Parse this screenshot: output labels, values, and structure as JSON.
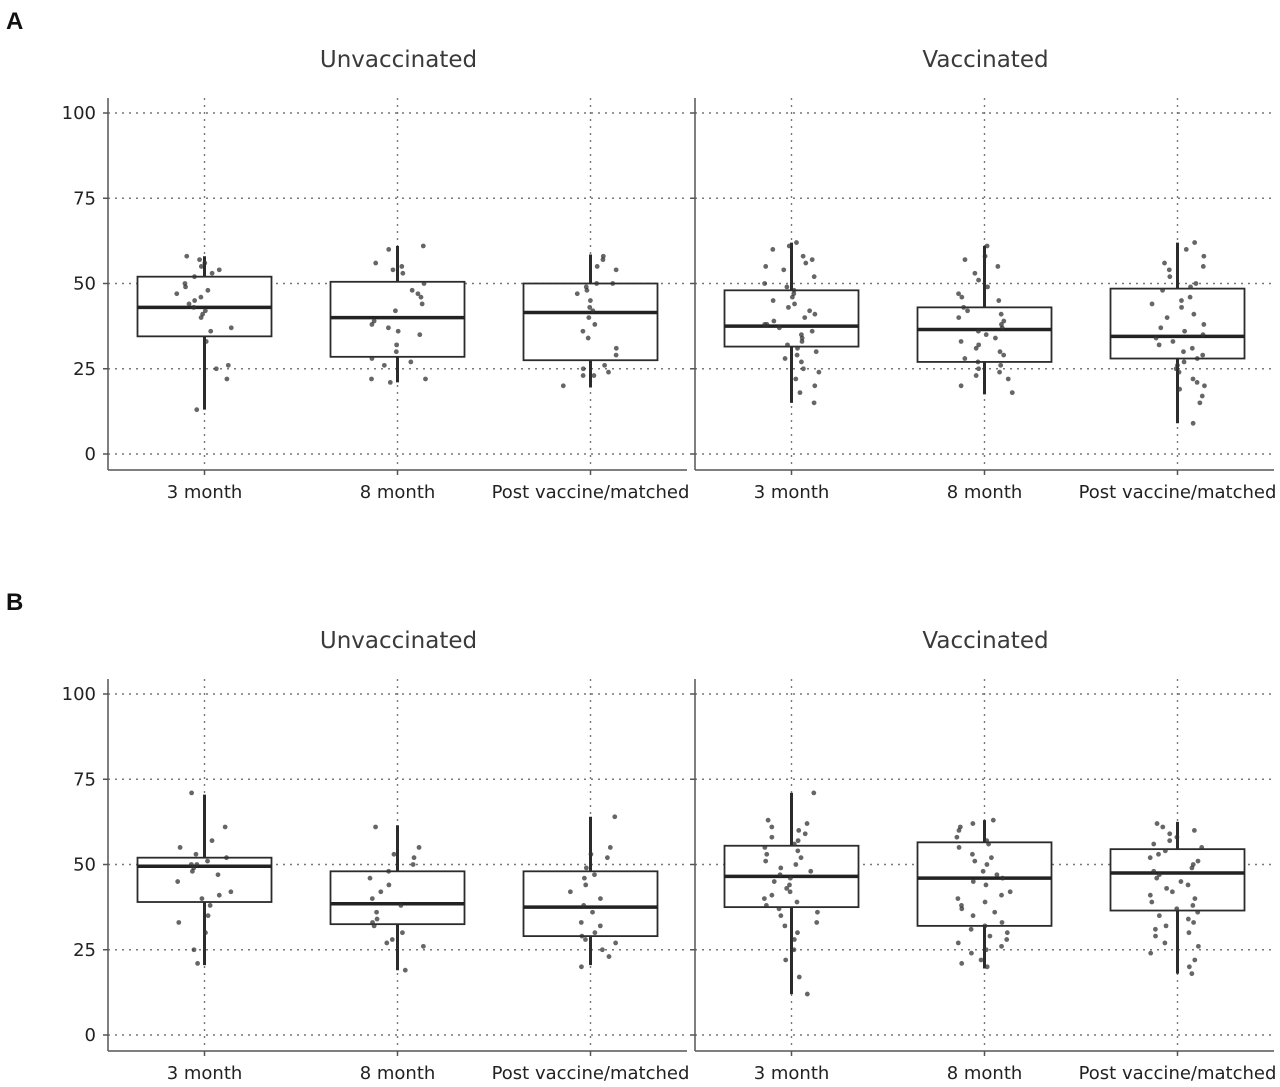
{
  "chart_data": [
    {
      "panel_label": "A",
      "type": "boxplot",
      "ylim": [
        0,
        100
      ],
      "yticks": [
        0,
        25,
        50,
        75,
        100
      ],
      "categories": [
        "3 month",
        "8 month",
        "Post vaccine/matched"
      ],
      "grid": true,
      "facets": [
        {
          "title": "Unvaccinated",
          "boxes": [
            {
              "category": "3 month",
              "min": 13,
              "q1": 34.5,
              "median": 43,
              "q3": 52,
              "max": 58,
              "points": [
                58,
                57,
                56,
                55,
                54,
                53,
                52,
                50,
                49,
                48,
                47,
                46,
                45,
                44,
                43,
                42,
                41,
                40,
                37,
                36,
                33,
                26,
                25,
                22,
                13
              ]
            },
            {
              "category": "8 month",
              "min": 21,
              "q1": 28.5,
              "median": 40,
              "q3": 50.5,
              "max": 61,
              "points": [
                61,
                60,
                56,
                55,
                54,
                53,
                50,
                48,
                47,
                46,
                44,
                42,
                39,
                38,
                37,
                36,
                35,
                32,
                30,
                28,
                27,
                26,
                22,
                22,
                21
              ]
            },
            {
              "category": "Post vaccine/matched",
              "min": 19.5,
              "q1": 27.5,
              "median": 41.5,
              "q3": 50,
              "max": 58.5,
              "points": [
                58,
                57,
                55,
                54,
                50,
                50,
                49,
                48,
                47,
                45,
                43,
                42,
                40,
                38,
                36,
                34,
                31,
                29,
                26,
                25,
                24,
                23,
                23,
                20
              ]
            }
          ]
        },
        {
          "title": "Vaccinated",
          "boxes": [
            {
              "category": "3 month",
              "min": 15,
              "q1": 31.5,
              "median": 37.5,
              "q3": 48,
              "max": 62,
              "points": [
                62,
                61,
                60,
                58,
                57,
                56,
                55,
                54,
                52,
                50,
                49,
                48,
                47,
                46,
                45,
                44,
                43,
                42,
                41,
                40,
                39,
                38,
                38,
                37,
                36,
                35,
                34,
                33,
                32,
                31,
                30,
                29,
                28,
                27,
                25,
                24,
                22,
                20,
                18,
                15
              ]
            },
            {
              "category": "8 month",
              "min": 17.5,
              "q1": 27,
              "median": 36.5,
              "q3": 43,
              "max": 61,
              "points": [
                61,
                58,
                57,
                55,
                53,
                51,
                49,
                47,
                46,
                45,
                43,
                42,
                41,
                40,
                39,
                38,
                37,
                36,
                35,
                34,
                33,
                32,
                31,
                30,
                29,
                28,
                27,
                26,
                25,
                24,
                23,
                22,
                20,
                18
              ]
            },
            {
              "category": "Post vaccine/matched",
              "min": 9,
              "q1": 28,
              "median": 34.5,
              "q3": 48.5,
              "max": 62,
              "points": [
                62,
                60,
                58,
                56,
                55,
                54,
                52,
                50,
                49,
                48,
                46,
                45,
                44,
                43,
                41,
                40,
                38,
                37,
                36,
                35,
                34,
                33,
                32,
                31,
                30,
                29,
                28,
                27,
                26,
                25,
                24,
                22,
                21,
                20,
                19,
                17,
                15,
                9
              ]
            }
          ]
        }
      ]
    },
    {
      "panel_label": "B",
      "type": "boxplot",
      "ylim": [
        0,
        100
      ],
      "yticks": [
        0,
        25,
        50,
        75,
        100
      ],
      "categories": [
        "3 month",
        "8 month",
        "Post vaccine/matched"
      ],
      "grid": true,
      "facets": [
        {
          "title": "Unvaccinated",
          "boxes": [
            {
              "category": "3 month",
              "min": 20.5,
              "q1": 39,
              "median": 49.5,
              "q3": 52,
              "max": 70.5,
              "points": [
                71,
                61,
                57,
                55,
                53,
                52,
                51,
                50,
                50,
                49,
                48,
                47,
                45,
                42,
                41,
                40,
                38,
                35,
                33,
                30,
                25,
                21
              ]
            },
            {
              "category": "8 month",
              "min": 19,
              "q1": 32.5,
              "median": 38.5,
              "q3": 48,
              "max": 61.5,
              "points": [
                61,
                55,
                53,
                52,
                50,
                48,
                46,
                44,
                42,
                40,
                38,
                36,
                34,
                33,
                32,
                30,
                28,
                27,
                26,
                19
              ]
            },
            {
              "category": "Post vaccine/matched",
              "min": 20.5,
              "q1": 29,
              "median": 37.5,
              "q3": 48,
              "max": 64,
              "points": [
                64,
                55,
                53,
                52,
                49,
                47,
                46,
                44,
                42,
                40,
                38,
                36,
                33,
                32,
                30,
                29,
                28,
                27,
                25,
                23,
                20
              ]
            }
          ]
        },
        {
          "title": "Vaccinated",
          "boxes": [
            {
              "category": "3 month",
              "min": 12,
              "q1": 37.5,
              "median": 46.5,
              "q3": 55.5,
              "max": 71,
              "points": [
                71,
                63,
                62,
                61,
                60,
                59,
                58,
                57,
                56,
                55,
                54,
                53,
                52,
                51,
                50,
                49,
                48,
                47,
                46,
                45,
                44,
                43,
                42,
                41,
                40,
                39,
                38,
                37,
                36,
                35,
                33,
                32,
                30,
                28,
                25,
                22,
                17,
                12
              ]
            },
            {
              "category": "8 month",
              "min": 19.5,
              "q1": 32,
              "median": 46,
              "q3": 56.5,
              "max": 63,
              "points": [
                63,
                62,
                61,
                60,
                58,
                57,
                56,
                55,
                53,
                52,
                51,
                50,
                48,
                47,
                46,
                45,
                44,
                42,
                41,
                40,
                39,
                38,
                37,
                36,
                35,
                33,
                32,
                31,
                30,
                29,
                28,
                27,
                26,
                25,
                24,
                22,
                21,
                20
              ]
            },
            {
              "category": "Post vaccine/matched",
              "min": 18,
              "q1": 36.5,
              "median": 47.5,
              "q3": 54.5,
              "max": 62.5,
              "points": [
                62,
                61,
                60,
                59,
                58,
                57,
                56,
                55,
                54,
                53,
                52,
                51,
                50,
                49,
                48,
                47,
                46,
                45,
                44,
                43,
                42,
                41,
                40,
                39,
                38,
                37,
                36,
                35,
                34,
                33,
                32,
                31,
                30,
                29,
                27,
                26,
                24,
                22,
                20,
                18
              ]
            }
          ]
        }
      ]
    }
  ]
}
